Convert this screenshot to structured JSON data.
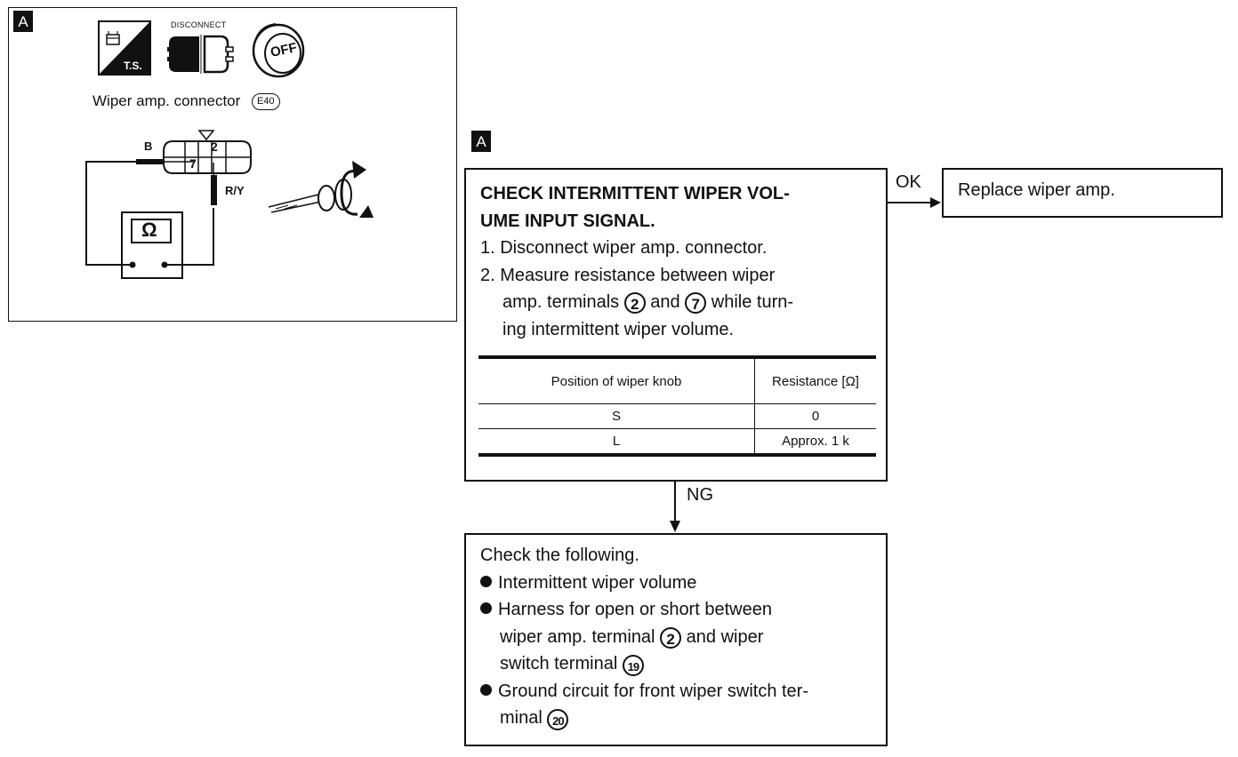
{
  "figure": {
    "tag": "A",
    "icons": {
      "ts_label": "T.S.",
      "disconnect_label": "DISCONNECT",
      "off_label": "OFF"
    },
    "connector_caption": "Wiper amp. connector",
    "connector_id": "E40",
    "terminal_a": "2",
    "terminal_b": "7",
    "wire_b_label": "B",
    "wire_ry_label": "R/Y",
    "meter_symbol": "Ω"
  },
  "flow": {
    "tag": "A",
    "check_box": {
      "title_line1": "CHECK INTERMITTENT WIPER VOL-",
      "title_line2": "UME INPUT SIGNAL.",
      "step1": "1. Disconnect wiper amp. connector.",
      "step2_line1": "2. Measure resistance between wiper",
      "step2_line2_pre": "amp. terminals",
      "step2_term_a": "2",
      "step2_line2_mid": "and",
      "step2_term_b": "7",
      "step2_line2_post": "while turn-",
      "step2_line3": "ing intermittent wiper volume.",
      "table": {
        "headers": [
          "Position of wiper knob",
          "Resistance [Ω]"
        ],
        "rows": [
          [
            "S",
            "0"
          ],
          [
            "L",
            "Approx. 1 k"
          ]
        ]
      }
    },
    "ok_label": "OK",
    "ok_box": "Replace wiper amp.",
    "ng_label": "NG",
    "ng_box": {
      "intro": "Check the following.",
      "item1": "Intermittent wiper volume",
      "item2_line1": "Harness for open or short between",
      "item2_line2_pre": "wiper amp. terminal",
      "item2_term": "2",
      "item2_line2_post": "and wiper",
      "item2_line3_pre": "switch terminal",
      "item2_term2": "19",
      "item3_line1": "Ground circuit for front wiper switch ter-",
      "item3_line2_pre": "minal",
      "item3_term": "20"
    }
  }
}
